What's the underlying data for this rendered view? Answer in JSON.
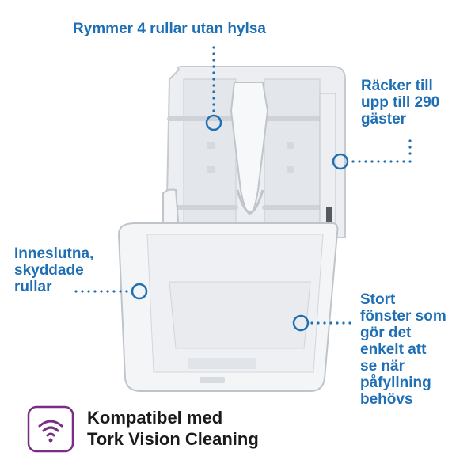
{
  "callouts": {
    "roll_capacity": "Rymmer 4 rullar utan hylsa",
    "guests": "Räcker till\nupp till 290\ngäster",
    "protected_rolls": "Inneslutna,\nskyddade\nrullar",
    "window": "Stort\nfönster som\ngör det\nenkelt att\nse när\npåfyllning\nbehövs"
  },
  "compatibility": {
    "line1": "Kompatibel med",
    "line2": "Tork Vision Cleaning",
    "icon": "wifi-signal-icon"
  },
  "colors": {
    "callout_text": "#1f6fb5",
    "leader_dots": "#1f6fb5",
    "badge_accent": "#7a2d84",
    "dispenser": "#f1f2f4"
  }
}
